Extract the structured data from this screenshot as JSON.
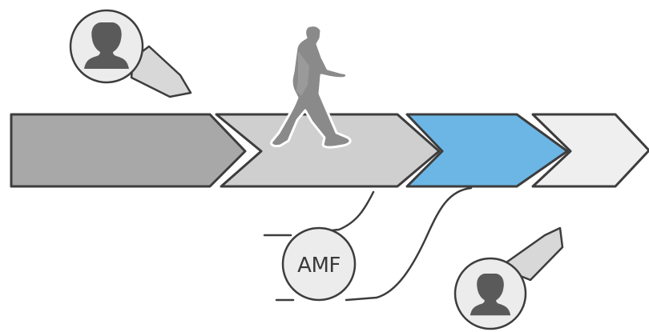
{
  "diagram": {
    "stages": [
      {
        "name": "stage-1",
        "color": "#a8a8a8"
      },
      {
        "name": "stage-2",
        "color": "#cfcfcf"
      },
      {
        "name": "stage-3",
        "color": "#6cb6e6"
      },
      {
        "name": "stage-4",
        "color": "#efefef"
      }
    ],
    "outline_color": "#3d3d3d",
    "amf_label": "AMF",
    "icons": {
      "user_top": "user-avatar-icon",
      "user_bottom": "user-avatar-icon",
      "walker": "walking-person-icon"
    }
  }
}
